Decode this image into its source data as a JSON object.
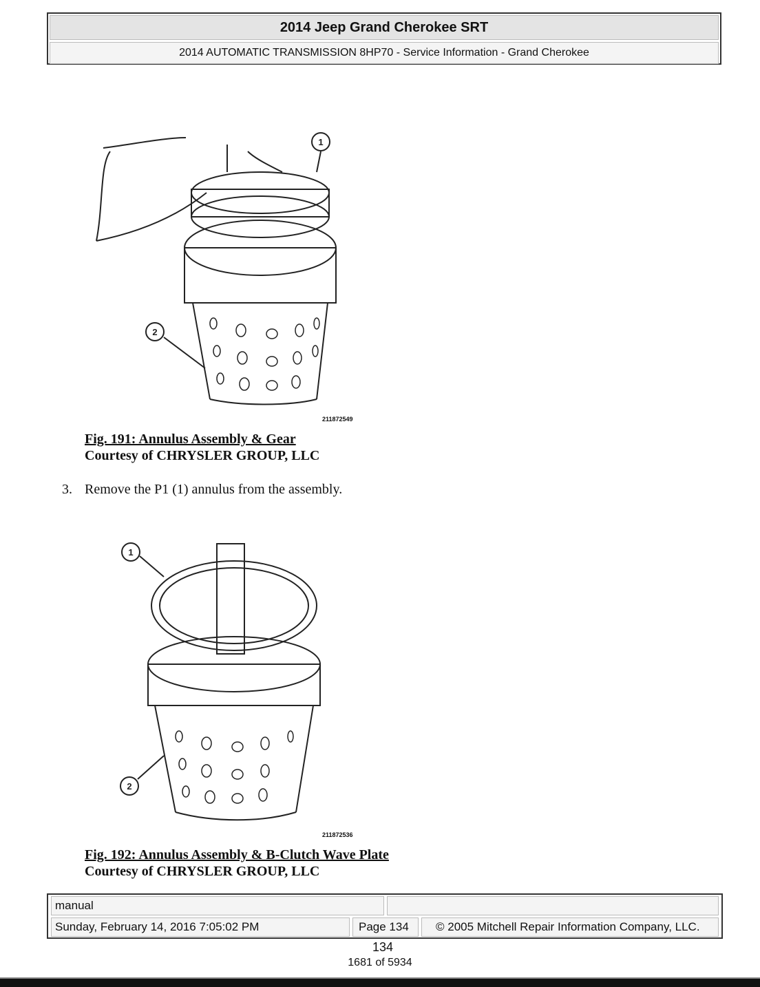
{
  "header": {
    "title": "2014 Jeep Grand Cherokee SRT",
    "subtitle": "2014 AUTOMATIC TRANSMISSION 8HP70 - Service Information - Grand Cherokee"
  },
  "figures": [
    {
      "id_label": "211872549",
      "caption": "Fig. 191: Annulus Assembly & Gear",
      "courtesy": "Courtesy of CHRYSLER GROUP, LLC",
      "callouts": [
        "1",
        "2"
      ]
    },
    {
      "id_label": "211872536",
      "caption": "Fig. 192: Annulus Assembly & B-Clutch Wave Plate",
      "courtesy": "Courtesy of CHRYSLER GROUP, LLC",
      "callouts": [
        "1",
        "2"
      ]
    }
  ],
  "steps": [
    {
      "number": "3.",
      "text": "Remove the P1 (1) annulus from the assembly."
    }
  ],
  "footer": {
    "left_top": "manual",
    "date": "Sunday, February 14, 2016 7:05:02 PM",
    "page": "Page 134",
    "copyright": "© 2005 Mitchell Repair Information Company, LLC."
  },
  "page_number": "134",
  "page_count": "1681 of 5934"
}
